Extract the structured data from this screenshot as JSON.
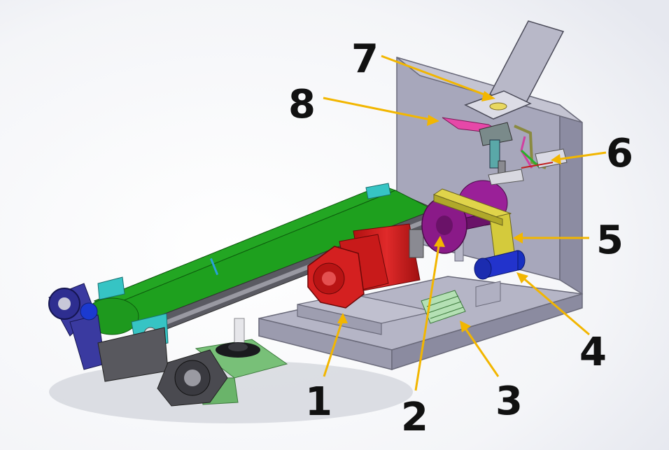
{
  "diagram": {
    "callouts": [
      {
        "label": "1",
        "target": "gear-motor"
      },
      {
        "label": "2",
        "target": "cam-disc"
      },
      {
        "label": "3",
        "target": "pneumatic-cylinder"
      },
      {
        "label": "4",
        "target": "shaft-coupling"
      },
      {
        "label": "5",
        "target": "swing-arm"
      },
      {
        "label": "6",
        "target": "linkage-mechanism"
      },
      {
        "label": "7",
        "target": "feed-hopper"
      },
      {
        "label": "8",
        "target": "slide-plate"
      }
    ],
    "colors": {
      "background": "#ffffff",
      "plate": "#a8a8bb",
      "plate_dark": "#8a8aa0",
      "belt": "#1a9d1a",
      "frame": "#707078",
      "motor_red": "#d42020",
      "cam_purple": "#8a1a88",
      "arm_yellow": "#d8d040",
      "coupling_blue": "#2233cc",
      "cylinder_green": "#a8d8a8",
      "bracket_cyan": "#30c0c0",
      "slide_magenta": "#e040a0",
      "mount_green": "#78c078",
      "callout_arrow": "#f0b800"
    }
  }
}
